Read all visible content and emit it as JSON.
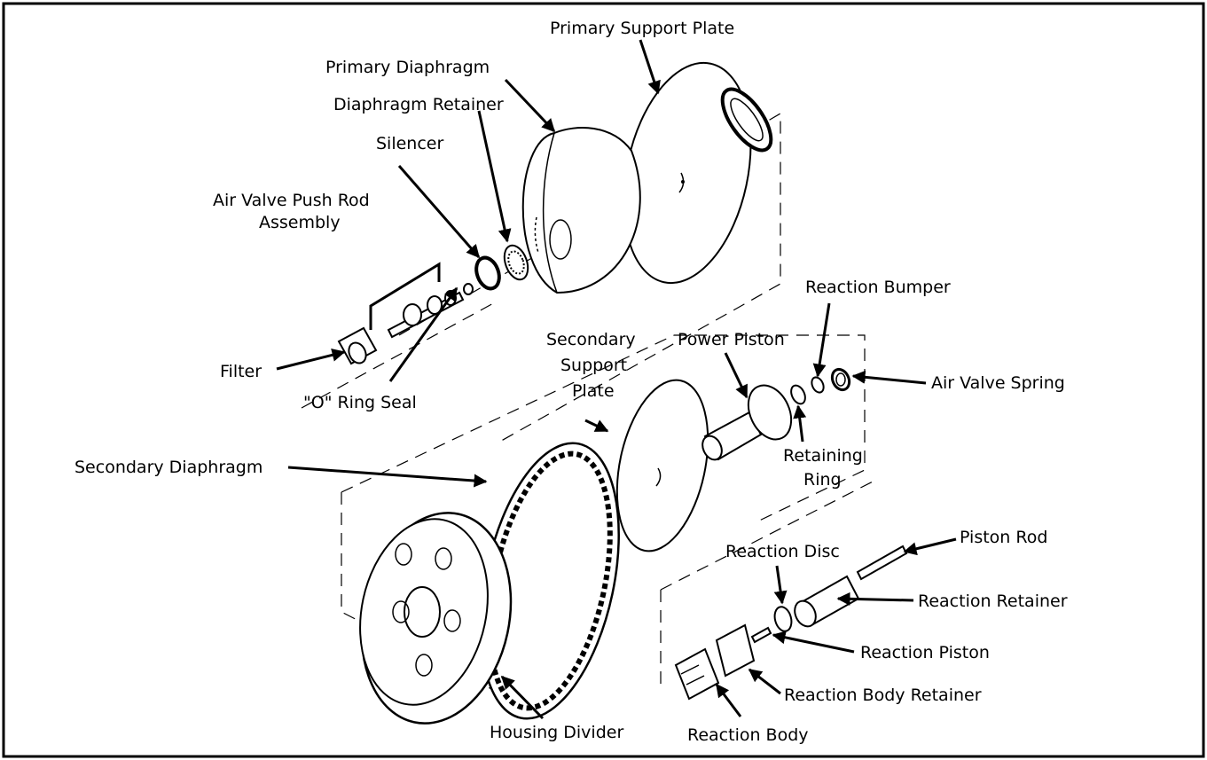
{
  "labels": {
    "primary_support_plate": "Primary Support Plate",
    "primary_diaphragm": "Primary Diaphragm",
    "diaphragm_retainer": "Diaphragm Retainer",
    "silencer": "Silencer",
    "air_valve_push_rod_1": "Air Valve Push Rod",
    "air_valve_push_rod_2": "Assembly",
    "filter": "Filter",
    "o_ring_seal": "\"O\" Ring Seal",
    "secondary_support_plate_1": "Secondary",
    "secondary_support_plate_2": "Support",
    "secondary_support_plate_3": "Plate",
    "power_piston": "Power Piston",
    "reaction_bumper": "Reaction Bumper",
    "air_valve_spring": "Air Valve Spring",
    "retaining_ring_1": "Retaining",
    "retaining_ring_2": "Ring",
    "secondary_diaphragm": "Secondary Diaphragm",
    "piston_rod": "Piston Rod",
    "reaction_disc": "Reaction Disc",
    "reaction_retainer": "Reaction Retainer",
    "reaction_piston": "Reaction Piston",
    "reaction_body_retainer": "Reaction Body Retainer",
    "housing_divider": "Housing Divider",
    "reaction_body": "Reaction Body"
  }
}
